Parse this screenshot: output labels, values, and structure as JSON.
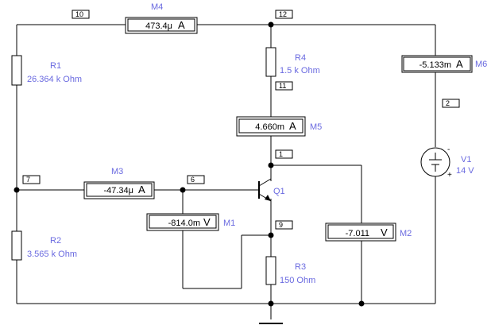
{
  "components": {
    "R1": {
      "name": "R1",
      "value": "26.364 k Ohm"
    },
    "R2": {
      "name": "R2",
      "value": "3.565 k Ohm"
    },
    "R3": {
      "name": "R3",
      "value": "150  Ohm"
    },
    "R4": {
      "name": "R4",
      "value": "1.5 k Ohm"
    },
    "V1": {
      "name": "V1",
      "value": "14 V",
      "plus": "+",
      "minus": "-"
    },
    "Q1": {
      "name": "Q1"
    }
  },
  "meters": {
    "M1": {
      "name": "M1",
      "reading": "-814.0m",
      "unit": "V"
    },
    "M2": {
      "name": "M2",
      "reading": "-7.011",
      "unit": "V"
    },
    "M3": {
      "name": "M3",
      "reading": "-47.34μ",
      "unit": "A"
    },
    "M4": {
      "name": "M4",
      "reading": "473.4μ",
      "unit": "A"
    },
    "M5": {
      "name": "M5",
      "reading": "4.660m",
      "unit": "A"
    },
    "M6": {
      "name": "M6",
      "reading": "-5.133m",
      "unit": "A"
    }
  },
  "nodes": {
    "n1": "1",
    "n2": "2",
    "n6": "6",
    "n7": "7",
    "n9": "9",
    "n10": "10",
    "n11": "11",
    "n12": "12"
  }
}
